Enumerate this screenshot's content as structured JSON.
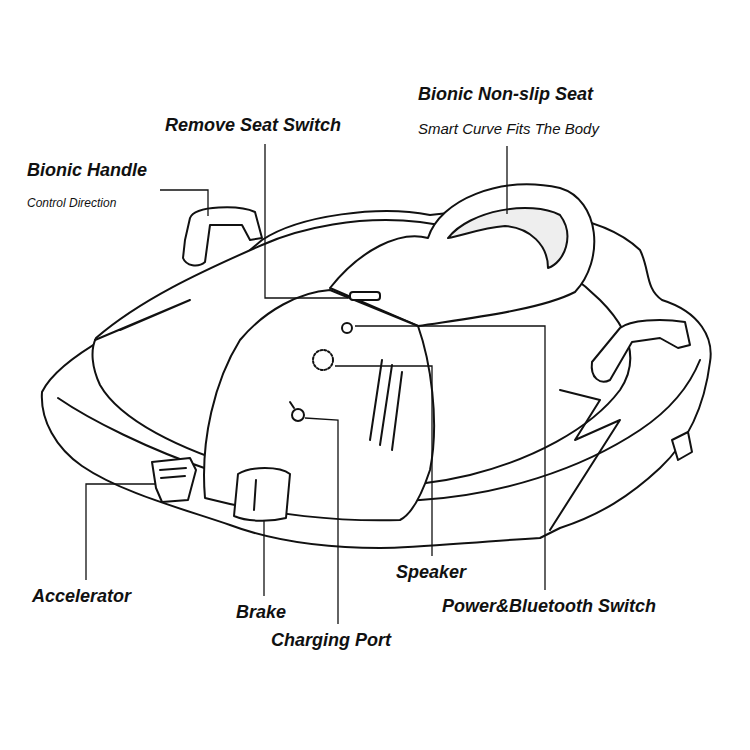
{
  "diagram": {
    "labels": [
      "Bionic Non-slip Seat",
      "Smart Curve Fits The Body",
      "Remove Seat Switch",
      "Bionic Handle",
      "Control Direction",
      "Accelerator",
      "Brake",
      "Speaker",
      "Charging Port",
      "Power&Bluetooth Switch"
    ]
  }
}
